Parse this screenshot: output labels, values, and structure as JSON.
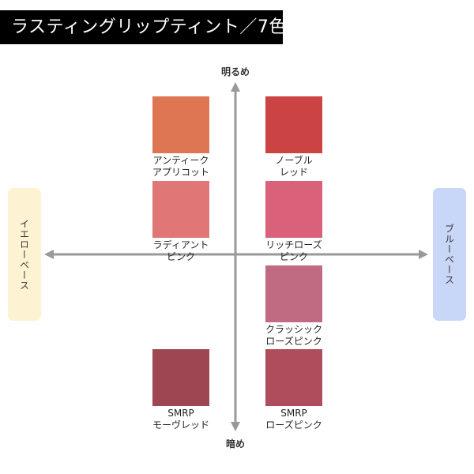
{
  "title": "ラスティングリップティント／7色",
  "axis": {
    "top": "明るめ",
    "bottom": "暗め",
    "left": "イエローベース",
    "right": "ブルーベース"
  },
  "colors": {
    "axis": "#999999",
    "yellow_base": "#fdf3d2",
    "blue_base": "#c8d7f7"
  },
  "swatches": [
    {
      "name_line1": "アンティーク",
      "name_line2": "アプリコット",
      "color": "#df7653"
    },
    {
      "name_line1": "ノーブル",
      "name_line2": "レッド",
      "color": "#cc4343"
    },
    {
      "name_line1": "ラディアント",
      "name_line2": "ピンク",
      "color": "#e07675"
    },
    {
      "name_line1": "リッチローズ",
      "name_line2": "ピンク",
      "color": "#d9627a"
    },
    {
      "name_line1": "クラッシック",
      "name_line2": "ローズピンク",
      "color": "#c06b82"
    },
    {
      "name_line1": "SMRP",
      "name_line2": "モーヴレッド",
      "color": "#9e4752"
    },
    {
      "name_line1": "SMRP",
      "name_line2": "ローズピンク",
      "color": "#b04d5c"
    }
  ]
}
